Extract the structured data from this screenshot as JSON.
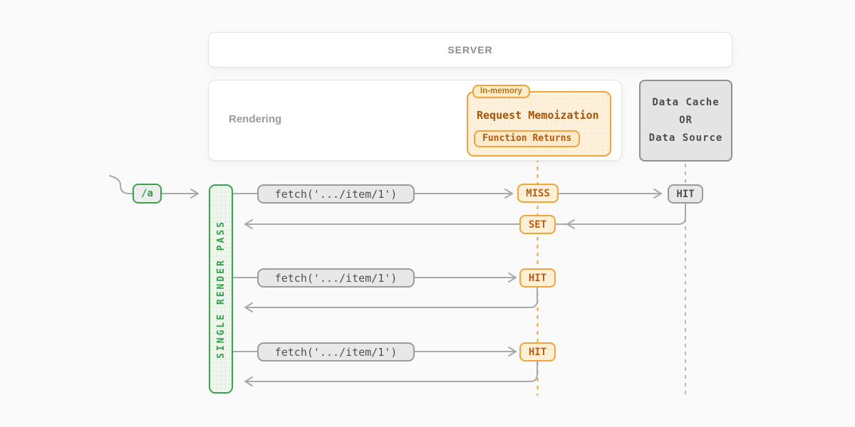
{
  "colors": {
    "background": "#fafafa",
    "green_accent": "#3aa24e",
    "green_text": "#2f9e44",
    "orange_accent": "#f2a33c",
    "orange_text_dark": "#a85408",
    "orange_text": "#bf5b11",
    "gray_line": "#a9a9a9",
    "gray_text": "#4f4f4f",
    "panel_border": "#e4e4e4"
  },
  "server": {
    "label": "SERVER"
  },
  "rendering": {
    "label": "Rendering"
  },
  "memoization": {
    "tag": "In-memory",
    "title": "Request Memoization",
    "chip": "Function Returns"
  },
  "data_cache": {
    "line1": "Data Cache",
    "line2": "OR",
    "line3": "Data Source"
  },
  "route": {
    "label": "/a"
  },
  "render_pass": {
    "label": "SINGLE RENDER PASS"
  },
  "flow": {
    "row1": {
      "fetch": "fetch('.../item/1')",
      "memo_badge": "MISS",
      "cache_badge": "HIT"
    },
    "row1_return": {
      "set_badge": "SET"
    },
    "row2": {
      "fetch": "fetch('.../item/1')",
      "memo_badge": "HIT"
    },
    "row3": {
      "fetch": "fetch('.../item/1')",
      "memo_badge": "HIT"
    }
  }
}
